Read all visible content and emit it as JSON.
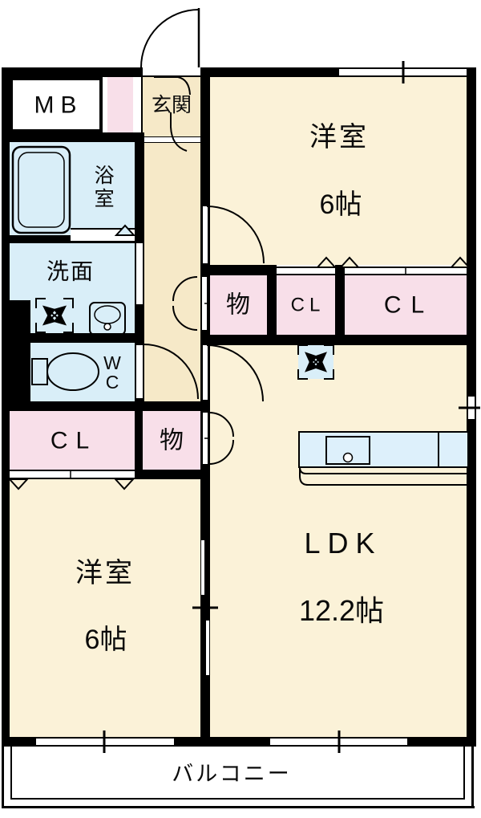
{
  "rooms": {
    "mb": {
      "label": "MB"
    },
    "genkan": {
      "label": "玄関"
    },
    "bathroom": {
      "label": "浴室"
    },
    "washroom": {
      "label": "洗面"
    },
    "wc": {
      "line1": "W",
      "line2": "C"
    },
    "closet_bottom": {
      "label": "CL"
    },
    "storage_bottom": {
      "label": "物"
    },
    "storage_mid": {
      "label": "物"
    },
    "closet_small": {
      "label": "CL"
    },
    "closet_large": {
      "label": "CL"
    },
    "western_top": {
      "label": "洋室",
      "size": "6帖"
    },
    "western_bottom": {
      "label": "洋室",
      "size": "6帖"
    },
    "ldk": {
      "label": "LDK",
      "size": "12.2帖"
    },
    "balcony": {
      "label": "バルコニー"
    }
  },
  "colors": {
    "wall": "#000000",
    "room_cream": "#FBF2D8",
    "hall_cream": "#F6E9C8",
    "closet_pink": "#F8DFE9",
    "water_blue": "#D9EEF8",
    "counter_blue": "#DDF0FB",
    "balcony_white": "#FFFFFF"
  }
}
